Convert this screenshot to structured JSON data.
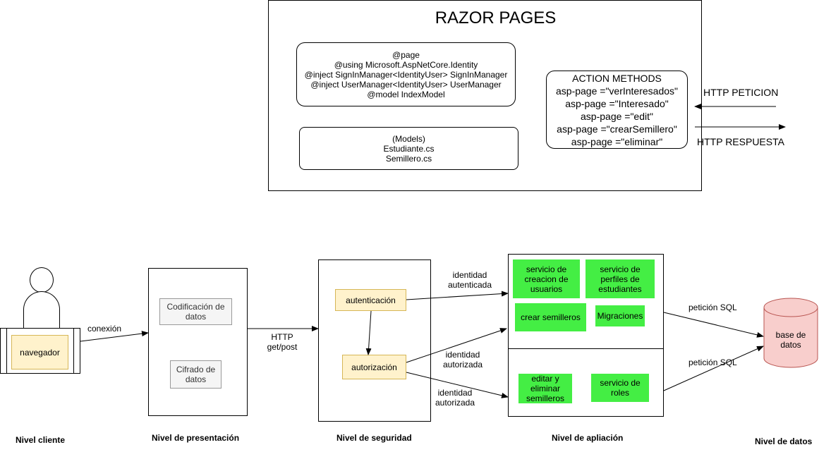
{
  "razor": {
    "title": "RAZOR PAGES",
    "directives": [
      "@page",
      "@using Microsoft.AspNetCore.Identity",
      "@inject SignInManager<IdentityUser> SignInManager",
      "@inject UserManager<IdentityUser> UserManager",
      "@model IndexModel"
    ],
    "models": [
      "(Models)",
      "Estudiante.cs",
      "Semillero.cs"
    ],
    "actions": [
      "ACTION METHODS",
      "asp-page =\"verInteresados\"",
      "asp-page =\"Interesado\"",
      "asp-page =\"edit\"",
      "asp-page =\"crearSemillero\"",
      "asp-page =\"eliminar\""
    ],
    "http_request": "HTTP PETICION",
    "http_response": "HTTP RESPUESTA"
  },
  "client": {
    "browser": "navegador",
    "connection": "conexión",
    "level": "Nivel cliente"
  },
  "presentation": {
    "encoding": [
      "Codificación de",
      "datos"
    ],
    "encryption": [
      "Cifrado de",
      "datos"
    ],
    "level": "Nivel de presentación"
  },
  "transport": [
    "HTTP",
    "get/post"
  ],
  "security": {
    "authentication": "autenticación",
    "authorization": "autorización",
    "level": "Nivel de seguridad"
  },
  "edges": {
    "authenticated": [
      "identidad",
      "autenticada"
    ],
    "authorized_1": [
      "identidad",
      "autorizada"
    ],
    "authorized_2": [
      "identidad",
      "autorizada"
    ],
    "sql_1": "petición SQL",
    "sql_2": "petición SQL"
  },
  "application": {
    "user_service": [
      "servicio de",
      "creacion de",
      "usuarios"
    ],
    "profile_service": [
      "servicio de",
      "perfiles de",
      "estudiantes"
    ],
    "create_seedbed": "crear semilleros",
    "migrations": "Migraciones",
    "edit_delete": [
      "editar y",
      "eliminar",
      "semilleros"
    ],
    "roles_service": [
      "servicio de",
      "roles"
    ],
    "level": "Nivel de apliación"
  },
  "data": {
    "database": [
      "base de",
      "datos"
    ],
    "level": "Nivel de datos"
  },
  "colors": {
    "green": "#44ee44",
    "yellow_fill": "#fff2cc",
    "yellow_border": "#d6b656",
    "db_fill": "#f8cecc",
    "db_border": "#b85450"
  }
}
